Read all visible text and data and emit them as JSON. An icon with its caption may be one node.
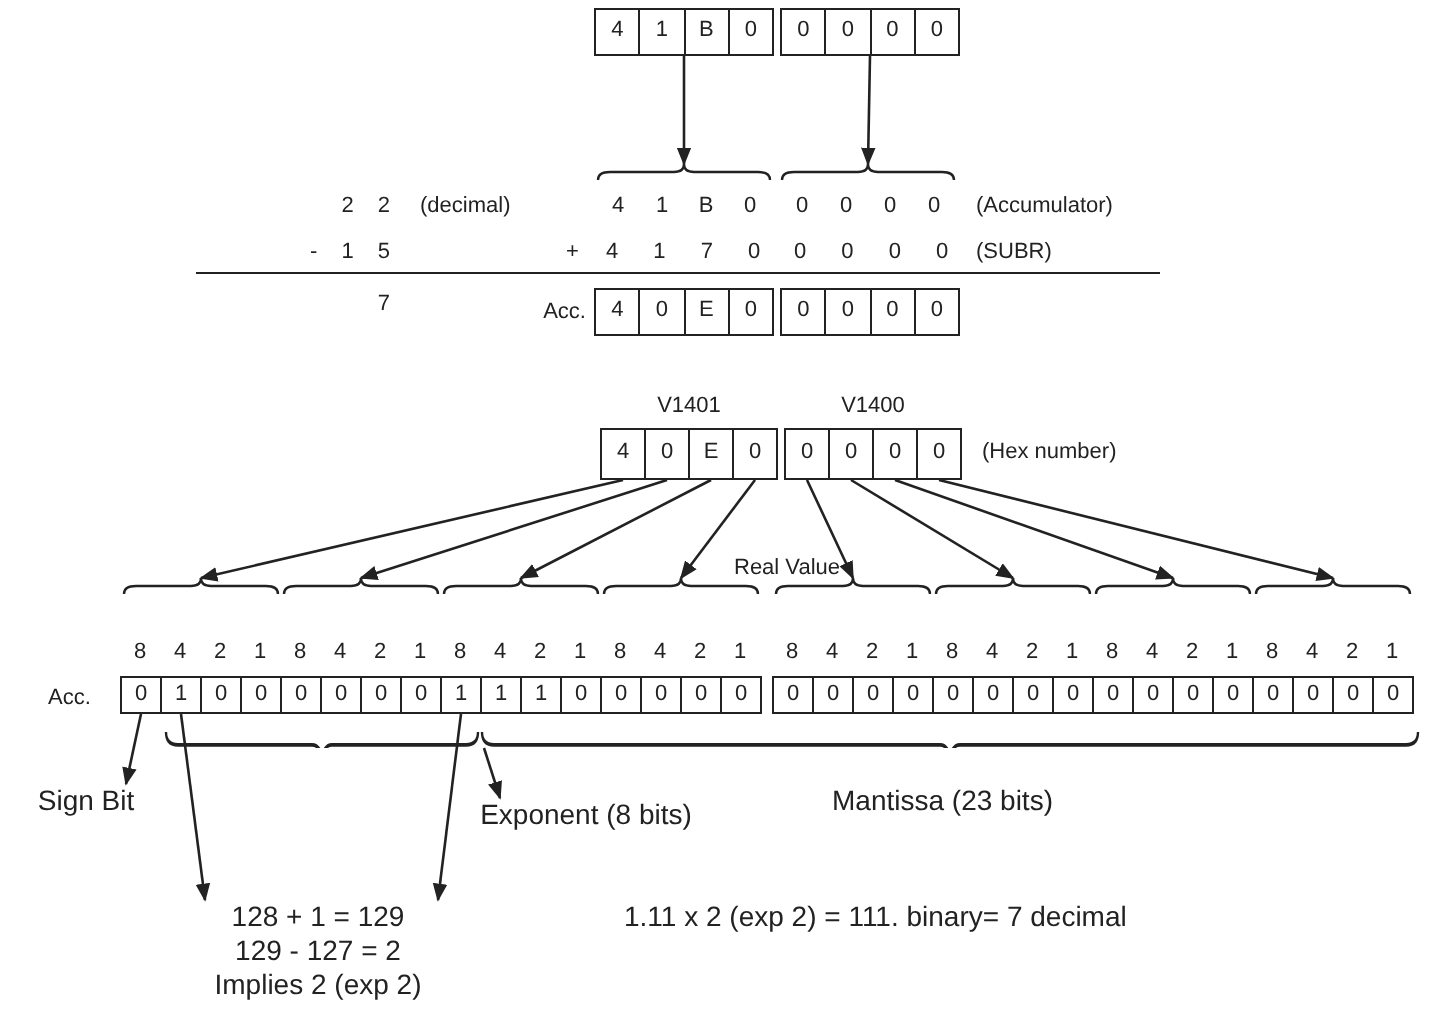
{
  "diagram": {
    "nodes": [
      {
        "text": [
          "4",
          "1",
          "B",
          "0"
        ]
      },
      {
        "text": [
          "0",
          "0",
          "0",
          "0"
        ]
      },
      {
        "text": [
          "4",
          "1",
          "B",
          "0"
        ]
      },
      {
        "text": [
          "0",
          "0",
          "0",
          "0"
        ]
      },
      {
        "text": [
          "4",
          "0",
          "E",
          "0"
        ],
        "beside": [
          "Acc."
        ]
      },
      {
        "text": [
          "0",
          "0",
          "0",
          "0"
        ]
      },
      {
        "text": [
          "V1401"
        ]
      },
      {
        "text": [
          "4"
        ],
        "in": 6
      },
      {
        "text": [
          "0"
        ],
        "in": 6
      },
      {
        "text": [
          "E"
        ],
        "in": 6
      },
      {
        "text": [
          "0"
        ],
        "in": 6
      },
      {
        "text": [
          "V1400"
        ],
        "beside": [
          "(Hex number)"
        ]
      },
      {
        "text": [
          "0"
        ],
        "in": 11
      },
      {
        "text": [
          "0"
        ],
        "in": 11
      },
      {
        "text": [
          "0"
        ],
        "in": 11
      },
      {
        "text": [
          "0"
        ],
        "in": 11
      },
      {
        "text": [
          "8",
          "4",
          "2",
          "1"
        ]
      },
      {
        "text": [
          "0"
        ],
        "in": 16
      },
      {
        "text": [
          "1"
        ],
        "in": 16
      },
      {
        "text": [
          "0"
        ],
        "in": 16
      },
      {
        "text": [
          "0"
        ],
        "in": 16
      },
      {
        "text": [
          "8",
          "4",
          "2",
          "1"
        ]
      },
      {
        "text": [
          "0"
        ],
        "in": 21
      },
      {
        "text": [
          "0"
        ],
        "in": 21
      },
      {
        "text": [
          "0"
        ],
        "in": 21
      },
      {
        "text": [
          "0"
        ],
        "in": 21
      },
      {
        "text": [
          "8",
          "4",
          "2",
          "1"
        ]
      },
      {
        "text": [
          "1"
        ],
        "in": 26
      },
      {
        "text": [
          "1"
        ],
        "in": 26
      },
      {
        "text": [
          "1"
        ],
        "in": 26
      },
      {
        "text": [
          "0"
        ],
        "in": 26
      },
      {
        "text": [
          "8",
          "4",
          "2",
          "1"
        ]
      },
      {
        "text": [
          "0"
        ],
        "in": 31
      },
      {
        "text": [
          "0"
        ],
        "in": 31
      },
      {
        "text": [
          "0"
        ],
        "in": 31
      },
      {
        "text": [
          "0"
        ],
        "in": 31
      },
      {
        "text": [
          "8",
          "4",
          "2",
          "1"
        ]
      },
      {
        "text": [
          "0"
        ],
        "in": 36
      },
      {
        "text": [
          "0"
        ],
        "in": 36
      },
      {
        "text": [
          "0"
        ],
        "in": 36
      },
      {
        "text": [
          "0"
        ],
        "in": 36
      },
      {
        "text": [
          "8",
          "4",
          "2",
          "1"
        ]
      },
      {
        "text": [
          "0"
        ],
        "in": 41
      },
      {
        "text": [
          "0"
        ],
        "in": 41
      },
      {
        "text": [
          "0"
        ],
        "in": 41
      },
      {
        "text": [
          "0"
        ],
        "in": 41
      },
      {
        "text": [
          "8",
          "4",
          "2",
          "1"
        ]
      },
      {
        "text": [
          "0"
        ],
        "in": 46
      },
      {
        "text": [
          "0"
        ],
        "in": 46
      },
      {
        "text": [
          "0"
        ],
        "in": 46
      },
      {
        "text": [
          "0"
        ],
        "in": 46
      },
      {
        "text": [
          "8",
          "4",
          "2",
          "1"
        ]
      },
      {
        "text": [
          "0"
        ],
        "in": 51
      },
      {
        "text": [
          "0"
        ],
        "in": 51
      },
      {
        "text": [
          "0"
        ],
        "in": 51
      },
      {
        "text": [
          "0"
        ],
        "in": 51
      },
      {
        "text": [
          "Sign Bit"
        ]
      },
      {
        "text": [
          "Exponent (8 bits)"
        ]
      },
      {
        "text": [
          "128 + 1 = 129",
          "129 - 127 = 2",
          "Implies 2 (exp 2)"
        ]
      }
    ],
    "edges": [
      {
        "from": 0,
        "to": 2,
        "arrow": "to"
      },
      {
        "from": 1,
        "to": 3,
        "arrow": "to"
      },
      {
        "from": 7,
        "to": 16,
        "arrow": "to"
      },
      {
        "from": 8,
        "to": 21,
        "arrow": "to"
      },
      {
        "from": 9,
        "to": 26,
        "arrow": "to"
      },
      {
        "from": 10,
        "to": 31,
        "arrow": "to"
      },
      {
        "from": 12,
        "to": 36,
        "arrow": "to"
      },
      {
        "from": 13,
        "to": 41,
        "arrow": "to"
      },
      {
        "from": 14,
        "to": 46,
        "arrow": "to"
      },
      {
        "from": 15,
        "to": 51,
        "arrow": "to"
      },
      {
        "from": 17,
        "to": 56,
        "arrow": "to"
      },
      {
        "from": 18,
        "to": 58,
        "arrow": "to"
      },
      {
        "from": 27,
        "to": 58,
        "arrow": "to"
      },
      {
        "from": null,
        "to": 57,
        "arrow": "to"
      }
    ],
    "labels": [
      "2 2",
      "(decimal)",
      "(Accumulator)",
      "- 1 5",
      "+",
      "4 1 7 0",
      "0 0 0 0",
      "(SUBR)",
      "7",
      "Real Value",
      "Acc.",
      "Mantissa (23 bits)",
      "1.11 x 2 (exp 2) = 111. binary= 7 decimal"
    ]
  }
}
